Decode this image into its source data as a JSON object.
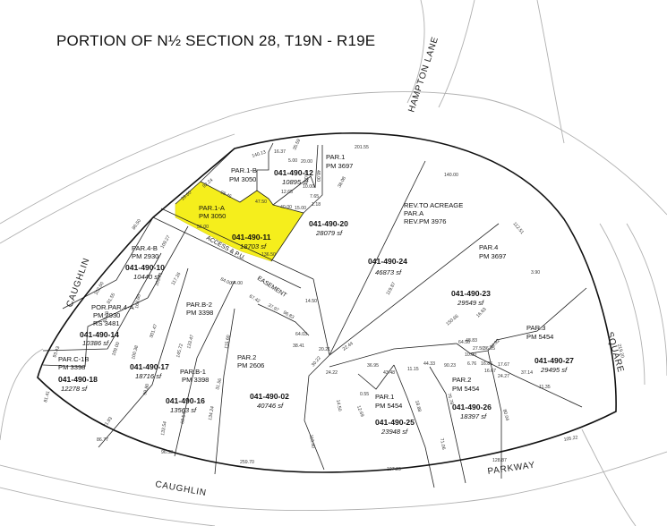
{
  "title": "PORTION OF N½ SECTION 28, T19N - R19E",
  "colors": {
    "highlight": "#f5ee1c",
    "road": "#b0b0b0",
    "line": "#222222"
  },
  "streets": {
    "hampton": "HAMPTON LANE",
    "caughlin_west": "CAUGHLIN",
    "caughlin_south": "CAUGHLIN",
    "square": "SQUARE",
    "parkway": "PARKWAY",
    "easement": "EASEMENT",
    "access": "ACCESS & P.U."
  },
  "parcels": [
    {
      "id": "p12",
      "apn": "041-490-12",
      "area": "10895 sf",
      "par": "PAR.1-B",
      "pm": "PM 3050"
    },
    {
      "id": "p11",
      "apn": "041-490-11",
      "area": "18703 sf",
      "par": "PAR.1-A",
      "pm": "PM 3050",
      "highlight": true
    },
    {
      "id": "p20",
      "apn": "041-490-20",
      "area": "28079 sf",
      "par": "PAR.1",
      "pm": "PM 3697"
    },
    {
      "id": "p24",
      "apn": "041-490-24",
      "area": "46873 sf",
      "par": "REV.TO ACREAGE",
      "par2": "PAR.A",
      "pm": "REV.PM 3976"
    },
    {
      "id": "p10",
      "apn": "041-490-10",
      "area": "10440 sf",
      "par": "PAR.4-B",
      "pm": "PM 2930"
    },
    {
      "id": "p14",
      "apn": "041-490-14",
      "area": "10386 sf",
      "par": "POR.PAR.4-A",
      "pm": "PM 2930",
      "rs": "RS 3481"
    },
    {
      "id": "p18",
      "apn": "041-490-18",
      "area": "12278 sf",
      "par": "PAR.C-1B",
      "pm": "PM 3398"
    },
    {
      "id": "p17",
      "apn": "041-490-17",
      "area": "18716 sf",
      "par": "PAR.B-2",
      "pm": "PM 3398"
    },
    {
      "id": "p16",
      "apn": "041-490-16",
      "area": "13563 sf",
      "par": "PAR.B-1",
      "pm": "PM 3398"
    },
    {
      "id": "p02",
      "apn": "041-490-02",
      "area": "40746 sf",
      "par": "PAR.2",
      "pm": "PM 2606"
    },
    {
      "id": "p23",
      "apn": "041-490-23",
      "area": "29549 sf",
      "par": "PAR.4",
      "pm": "PM 3697"
    },
    {
      "id": "p27",
      "apn": "041-490-27",
      "area": "29495 sf",
      "par": "PAR.3",
      "pm": "PM 5454"
    },
    {
      "id": "p26",
      "apn": "041-490-26",
      "area": "18397 sf",
      "par": "PAR.2",
      "pm": "PM 5454"
    },
    {
      "id": "p25",
      "apn": "041-490-25",
      "area": "23948 sf",
      "par": "PAR.1",
      "pm": "PM 5454"
    }
  ],
  "dimensions": [
    "16.37",
    "5.00",
    "20.00",
    "35.59",
    "140.13",
    "201.55",
    "40.00",
    "48.00",
    "10.00",
    "12.65",
    "7.65",
    "1.18",
    "92.24",
    "29.60",
    "98.45",
    "47.50",
    "40.00",
    "15.00",
    "86.50",
    "109.27",
    "56.00",
    "84.00",
    "136.50",
    "140.00",
    "112.51",
    "3.90",
    "38.08",
    "119.87",
    "102.60",
    "117.26",
    "64.00",
    "67.42",
    "37.97",
    "96.83",
    "14.50",
    "105.71",
    "301.47",
    "81.55",
    "163.65",
    "62.23",
    "109.00",
    "100.38",
    "93.43",
    "133.47",
    "30.22",
    "68.54",
    "64.03",
    "38.41",
    "20.21",
    "115.60",
    "145.72",
    "31.56",
    "134.24",
    "99.80",
    "81.41",
    "86.77",
    "96.53",
    "71.93",
    "133.54",
    "22.44",
    "150.66",
    "48.83",
    "16.63",
    "74.92",
    "64.50",
    "27.50",
    "10.00",
    "36.25",
    "6.76",
    "16.86",
    "16.67",
    "17.67",
    "24.27",
    "37.14",
    "11.35",
    "80.04",
    "76.78",
    "71.06",
    "44.33",
    "11.15",
    "43.48",
    "90.23",
    "24.22",
    "36.95",
    "219.20",
    "105.22",
    "259.70",
    "197.29",
    "128.87",
    "113.40",
    "14.50",
    "0.55",
    "12.69",
    "18.88"
  ]
}
